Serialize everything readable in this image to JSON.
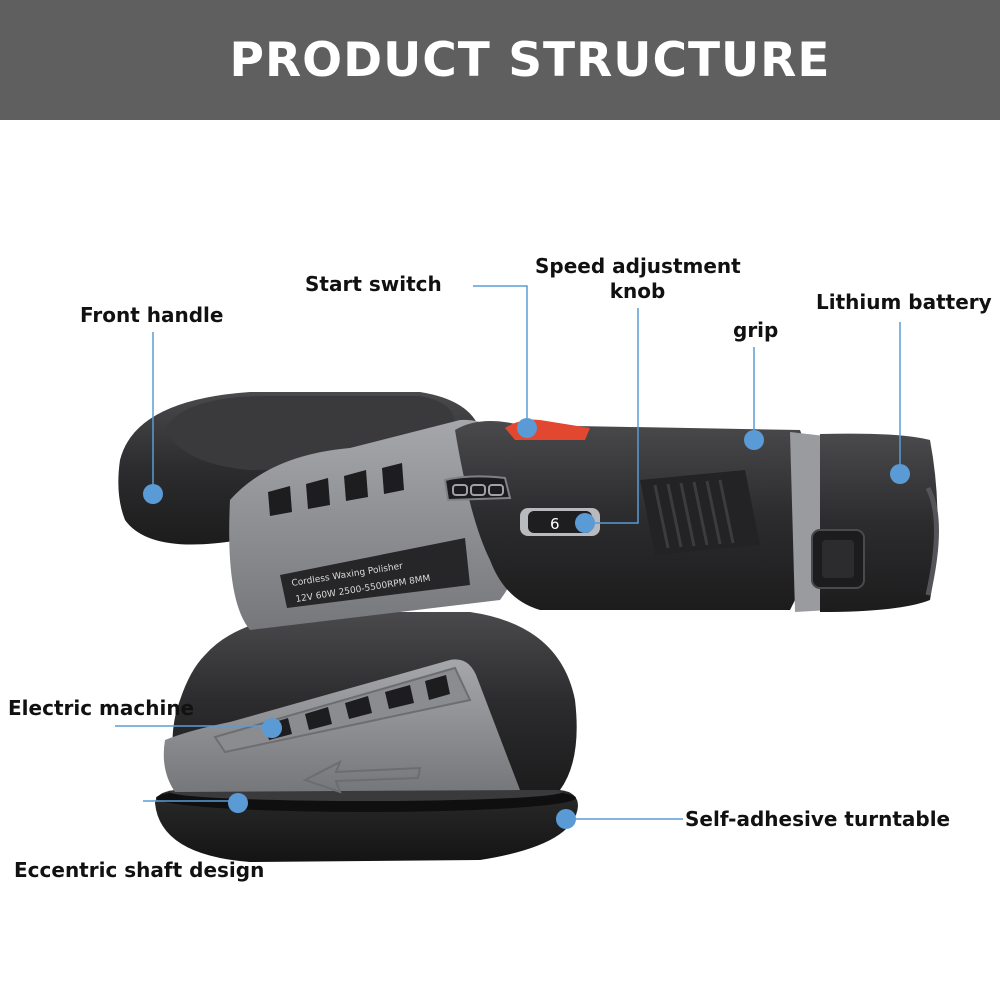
{
  "header": {
    "title": "PRODUCT STRUCTURE"
  },
  "product_plate": {
    "line1": "Cordless Waxing Polisher",
    "line2": "12V 60W 2500-5500RPM 8MM"
  },
  "speed_dial_value": "6",
  "callouts": {
    "front_handle": "Front handle",
    "start_switch": "Start switch",
    "speed_knob_line1": "Speed adjustment",
    "speed_knob_line2": "knob",
    "grip": "grip",
    "lithium_battery": "Lithium battery",
    "electric_machine": "Electric machine",
    "turntable": "Self-adhesive turntable",
    "eccentric_shaft": "Eccentric shaft design"
  },
  "colors": {
    "banner": "#5f5f5f",
    "callout_dot": "#5b9bd5",
    "leader_line": "#5b9bd5",
    "body_dark": "#2b2b2d",
    "body_grey": "#8e8f93",
    "switch_red": "#e2472f"
  }
}
